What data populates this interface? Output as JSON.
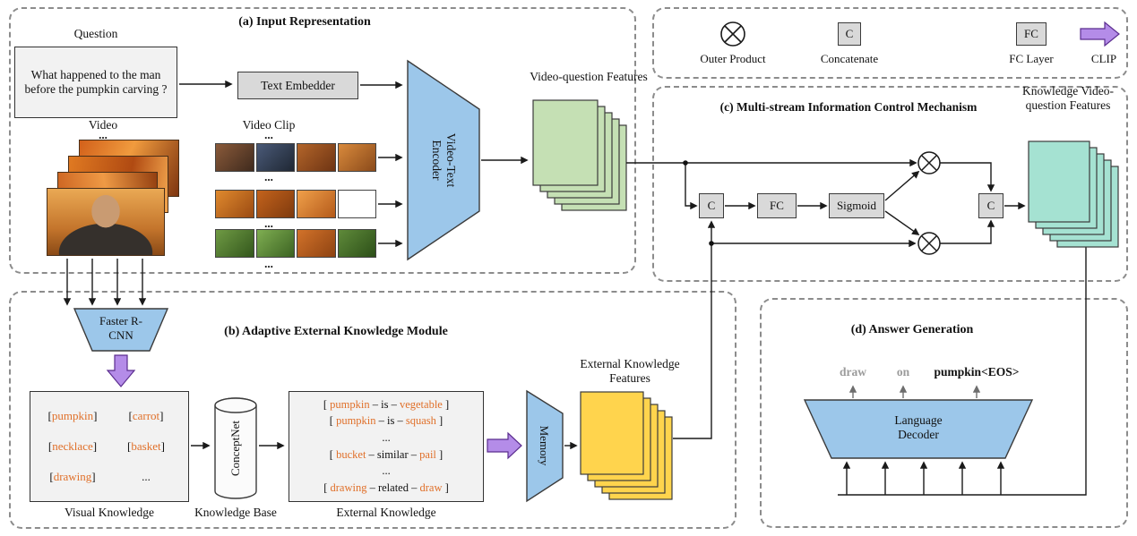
{
  "misc": {
    "ellipsis": "..."
  },
  "colors": {
    "blue": "#9cc7ea",
    "green": "#c5e0b4",
    "teal": "#a5e2d2",
    "yellow": "#ffd44d",
    "purple": "#b48ce8",
    "gray_box": "#d9d9d9",
    "orange_text": "#e0702a"
  },
  "panel_a": {
    "title": "(a) Input Representation",
    "question_label": "Question",
    "question_text": "What happened to the man before the pumpkin carving ?",
    "video_label": "Video",
    "video_clip_label": "Video Clip",
    "text_embedder_label": "Text Embedder",
    "encoder_label": "Video-Text Encoder",
    "features_label": "Video-question Features"
  },
  "legend": {
    "outer_product_label": "Outer Product",
    "concat_symbol": "C",
    "concat_label": "Concatenate",
    "fc_symbol": "FC",
    "fc_label": "FC Layer",
    "clip_label": "CLIP"
  },
  "panel_c": {
    "title": "(c) Multi-stream Information Control Mechanism",
    "concat1": "C",
    "fc": "FC",
    "sigmoid": "Sigmoid",
    "concat2": "C",
    "features_label": "Knowledge Video-question Features"
  },
  "panel_b": {
    "title": "(b) Adaptive External Knowledge Module",
    "faster_rcnn_label": "Faster R-CNN",
    "visual_items": [
      [
        {
          "t": "[",
          "c": "k"
        },
        {
          "t": "pumpkin",
          "c": "o"
        },
        {
          "t": "]",
          "c": "k"
        }
      ],
      [
        {
          "t": "[",
          "c": "k"
        },
        {
          "t": "carrot",
          "c": "o"
        },
        {
          "t": "]",
          "c": "k"
        }
      ],
      [
        {
          "t": "[",
          "c": "k"
        },
        {
          "t": "necklace",
          "c": "o"
        },
        {
          "t": "]",
          "c": "k"
        }
      ],
      [
        {
          "t": "[",
          "c": "k"
        },
        {
          "t": "basket",
          "c": "o"
        },
        {
          "t": "]",
          "c": "k"
        }
      ],
      [
        {
          "t": "[",
          "c": "k"
        },
        {
          "t": "drawing",
          "c": "o"
        },
        {
          "t": "]",
          "c": "k"
        }
      ],
      [
        {
          "t": "...",
          "c": "k"
        }
      ]
    ],
    "visual_label": "Visual Knowledge",
    "conceptnet_label": "ConceptNet",
    "kb_label": "Knowledge Base",
    "ext_lines": [
      [
        {
          "t": "[ ",
          "c": "k"
        },
        {
          "t": "pumpkin",
          "c": "o"
        },
        {
          "t": " – is – ",
          "c": "k"
        },
        {
          "t": "vegetable",
          "c": "o"
        },
        {
          "t": " ]",
          "c": "k"
        }
      ],
      [
        {
          "t": "[ ",
          "c": "k"
        },
        {
          "t": "pumpkin",
          "c": "o"
        },
        {
          "t": " – is – ",
          "c": "k"
        },
        {
          "t": "squash",
          "c": "o"
        },
        {
          "t": " ]",
          "c": "k"
        }
      ],
      [
        {
          "t": "...",
          "c": "k"
        }
      ],
      [
        {
          "t": "[ ",
          "c": "k"
        },
        {
          "t": "bucket",
          "c": "o"
        },
        {
          "t": " – similar – ",
          "c": "k"
        },
        {
          "t": "pail",
          "c": "o"
        },
        {
          "t": " ]",
          "c": "k"
        }
      ],
      [
        {
          "t": "...",
          "c": "k"
        }
      ],
      [
        {
          "t": "[ ",
          "c": "k"
        },
        {
          "t": "drawing",
          "c": "o"
        },
        {
          "t": " – related – ",
          "c": "k"
        },
        {
          "t": "draw",
          "c": "o"
        },
        {
          "t": " ]",
          "c": "k"
        }
      ]
    ],
    "ext_label": "External Knowledge",
    "memory_label": "Memory",
    "features_label": "External Knowledge Features"
  },
  "panel_d": {
    "title": "(d) Answer Generation",
    "words": [
      {
        "text": "draw"
      },
      {
        "text": "on"
      },
      {
        "text": "pumpkin<EOS>"
      }
    ],
    "decoder_label": "Language Decoder"
  }
}
